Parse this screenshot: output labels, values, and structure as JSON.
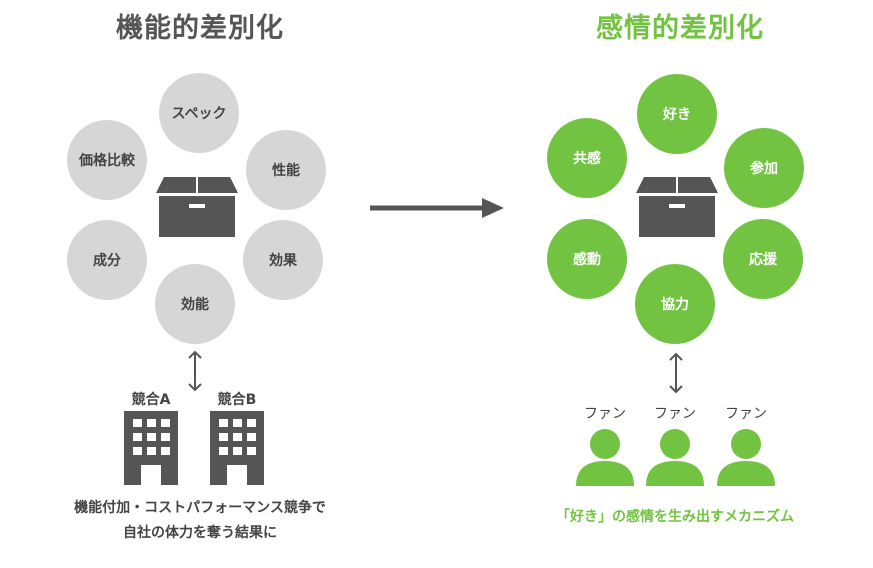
{
  "left": {
    "title": "機能的差別化",
    "circles": [
      "スペック",
      "性能",
      "効果",
      "効能",
      "成分",
      "価格比較"
    ],
    "competitors": [
      "競合A",
      "競合B"
    ],
    "caption_line1": "機能付加・コストパフォーマンス競争で",
    "caption_line2": "自社の体力を奪う結果に"
  },
  "right": {
    "title": "感情的差別化",
    "circles": [
      "好き",
      "参加",
      "応援",
      "協力",
      "感動",
      "共感"
    ],
    "fans": [
      "ファン",
      "ファン",
      "ファン"
    ],
    "caption": "「好き」の感情を生み出すメカニズム"
  },
  "colors": {
    "gray_circle": "#d6d6d6",
    "green": "#72c341",
    "dark": "#555555"
  },
  "icons": [
    "box-icon",
    "building-icon",
    "person-icon",
    "arrow-right-icon",
    "double-arrow-vertical-icon"
  ]
}
